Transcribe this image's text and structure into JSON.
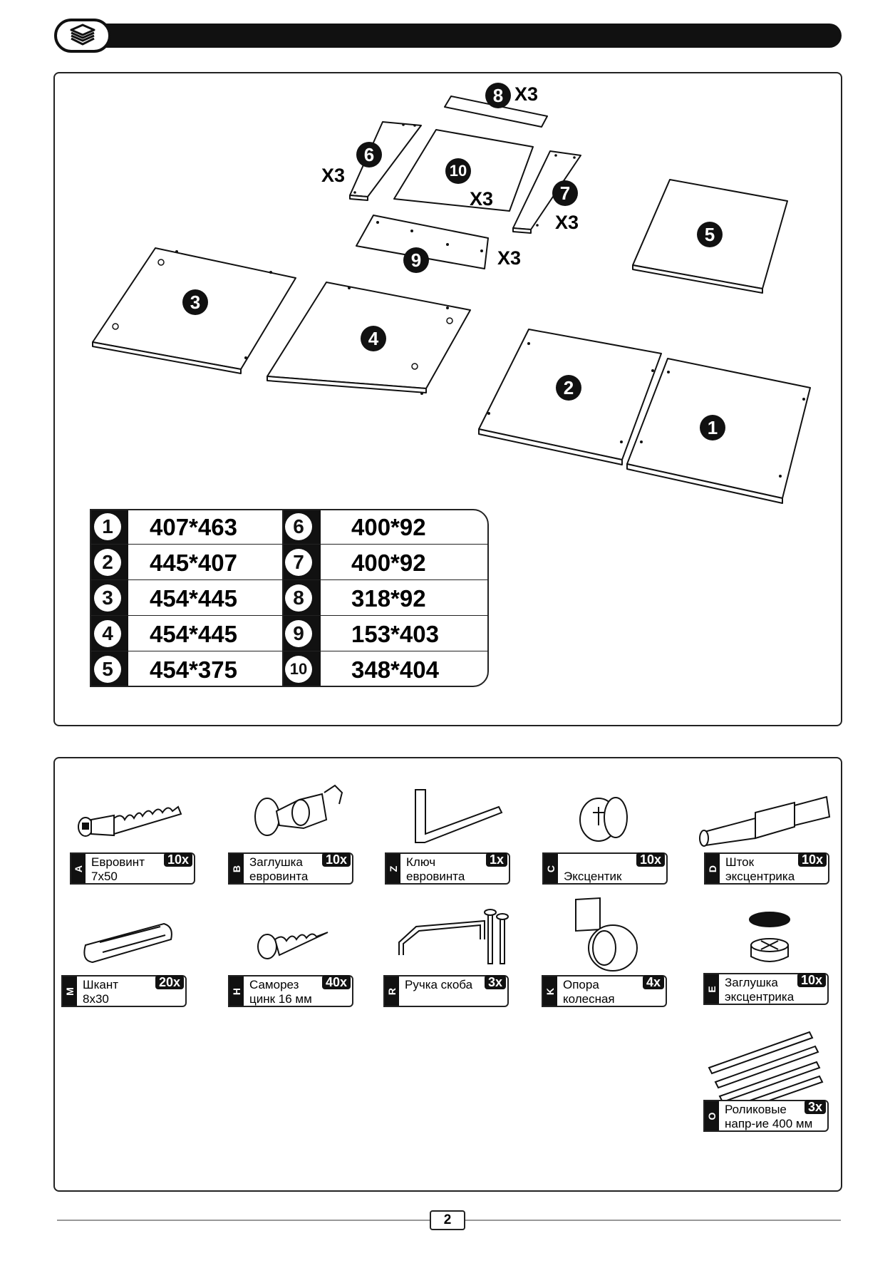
{
  "parts_dims": [
    {
      "n": "1",
      "dim": "407*463"
    },
    {
      "n": "2",
      "dim": "445*407"
    },
    {
      "n": "3",
      "dim": "454*445"
    },
    {
      "n": "4",
      "dim": "454*445"
    },
    {
      "n": "5",
      "dim": "454*375"
    },
    {
      "n": "6",
      "dim": "400*92"
    },
    {
      "n": "7",
      "dim": "400*92"
    },
    {
      "n": "8",
      "dim": "318*92"
    },
    {
      "n": "9",
      "dim": "153*403"
    },
    {
      "n": "10",
      "dim": "348*404"
    }
  ],
  "diagram": {
    "labels": [
      "1",
      "2",
      "3",
      "4",
      "5",
      "6",
      "7",
      "8",
      "9",
      "10"
    ],
    "multiplier": "X3"
  },
  "hardware": [
    {
      "code": "A",
      "line1": "Евровинт",
      "line2": "7x50",
      "qty": "10x"
    },
    {
      "code": "B",
      "line1": "Заглушка",
      "line2": "евровинта",
      "qty": "10x"
    },
    {
      "code": "Z",
      "line1": "Ключ",
      "line2": "евровинта",
      "qty": "1x"
    },
    {
      "code": "C",
      "line1": "",
      "line2": "Эксцентик",
      "qty": "10x"
    },
    {
      "code": "D",
      "line1": "Шток",
      "line2": "эксцентрика",
      "qty": "10x"
    },
    {
      "code": "M",
      "line1": "Шкант",
      "line2": "8x30",
      "qty": "20x"
    },
    {
      "code": "H",
      "line1": "Саморез",
      "line2": "цинк 16 мм",
      "qty": "40x"
    },
    {
      "code": "R",
      "line1": "Ручка скоба",
      "line2": "",
      "qty": "3x"
    },
    {
      "code": "K",
      "line1": "Опора",
      "line2": "колесная",
      "qty": "4x"
    },
    {
      "code": "E",
      "line1": "Заглушка",
      "line2": "эксцентрика",
      "qty": "10x"
    },
    {
      "code": "O",
      "line1": "Роликовые",
      "line2": "напр-ие 400 мм",
      "qty": "3x"
    }
  ],
  "page_number": "2"
}
